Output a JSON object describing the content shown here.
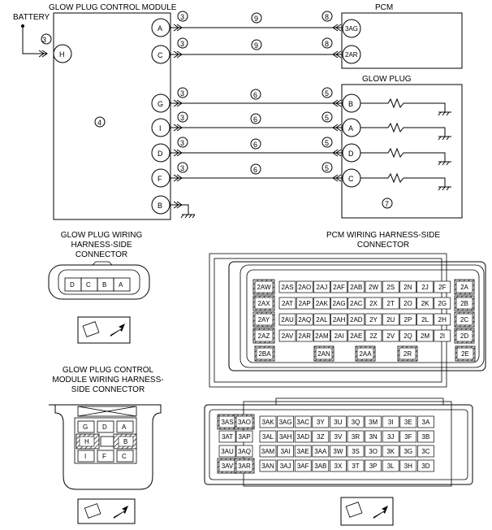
{
  "labels": {
    "battery": "BATTERY",
    "gpcm": "GLOW PLUG CONTROL MODULE",
    "pcm": "PCM",
    "glow_plug": "GLOW PLUG",
    "gp_conn_l1": "GLOW PLUG WIRING",
    "gp_conn_l2": "HARNESS-SIDE",
    "gp_conn_l3": "CONNECTOR",
    "gpcm_conn_l1": "GLOW PLUG CONTROL",
    "gpcm_conn_l2": "MODULE WIRING HARNESS-",
    "gpcm_conn_l3": "SIDE CONNECTOR",
    "pcm_conn_l1": "PCM WIRING HARNESS-SIDE",
    "pcm_conn_l2": "CONNECTOR"
  },
  "callouts": {
    "c3": "3",
    "c4": "4",
    "c5": "5",
    "c6": "6",
    "c7": "7",
    "c8": "8",
    "c9": "9"
  },
  "module_pins": {
    "H": "H",
    "A": "A",
    "C": "C",
    "G": "G",
    "I": "I",
    "D": "D",
    "F": "F",
    "B": "B"
  },
  "pcm_pins": {
    "p3AG": "3AG",
    "p2AR": "2AR"
  },
  "plug_pins": {
    "B": "B",
    "A": "A",
    "D": "D",
    "C": "C"
  },
  "gp_connector": [
    "D",
    "C",
    "B",
    "A"
  ],
  "gpcm_connector": {
    "row1": [
      "G",
      "D",
      "A"
    ],
    "row2": [
      "H",
      "",
      "B"
    ],
    "row3": [
      "I",
      "F",
      "C"
    ]
  },
  "pcm_conn1": {
    "left": [
      "2AW",
      "2AX",
      "2AY",
      "2AZ"
    ],
    "right": [
      "2A",
      "2B",
      "2C",
      "2D"
    ],
    "rows": [
      [
        "2AS",
        "2AO",
        "2AJ",
        "2AF",
        "2AB",
        "2W",
        "2S",
        "2N",
        "2J",
        "2F"
      ],
      [
        "2AT",
        "2AP",
        "2AK",
        "2AG",
        "2AC",
        "2X",
        "2T",
        "2O",
        "2K",
        "2G"
      ],
      [
        "2AU",
        "2AQ",
        "2AL",
        "2AH",
        "2AD",
        "2Y",
        "2U",
        "2P",
        "2L",
        "2H"
      ],
      [
        "2AV",
        "2AR",
        "2AM",
        "2AI",
        "2AE",
        "2Z",
        "2V",
        "2Q",
        "2M",
        "2I"
      ]
    ],
    "bottom": [
      "2BA",
      "2AN",
      "2AA",
      "2R",
      "2E"
    ]
  },
  "pcm_conn2": {
    "left": [
      [
        "3AS",
        "3AO"
      ],
      [
        "3AT",
        "3AP"
      ],
      [
        "3AU",
        "3AQ"
      ],
      [
        "3AV",
        "3AR"
      ]
    ],
    "rows": [
      [
        "3AK",
        "3AG",
        "3AC",
        "3Y",
        "3U",
        "3Q",
        "3M",
        "3I",
        "3E",
        "3A"
      ],
      [
        "3AL",
        "3AH",
        "3AD",
        "3Z",
        "3V",
        "3R",
        "3N",
        "3J",
        "3F",
        "3B"
      ],
      [
        "3AM",
        "3AI",
        "3AE",
        "3AA",
        "3W",
        "3S",
        "3O",
        "3K",
        "3G",
        "3C"
      ],
      [
        "3AN",
        "3AJ",
        "3AF",
        "3AB",
        "3X",
        "3T",
        "3P",
        "3L",
        "3H",
        "3D"
      ]
    ]
  }
}
